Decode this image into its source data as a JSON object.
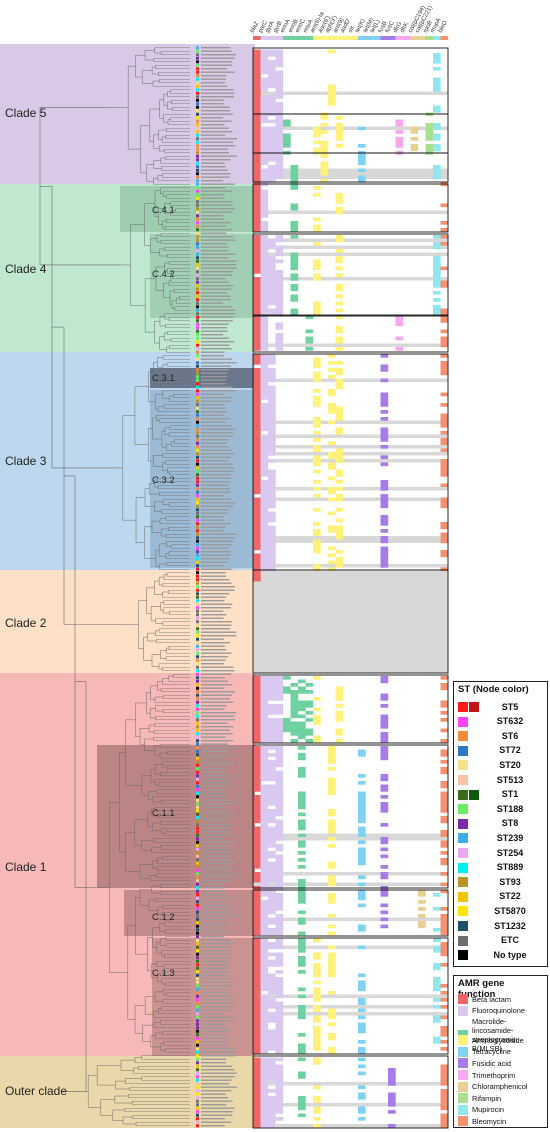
{
  "clades": [
    {
      "key": "c5",
      "label": "Clade 5",
      "color": "#d9c8e6"
    },
    {
      "key": "c4",
      "label": "Clade 4",
      "color": "#bfe8cf"
    },
    {
      "key": "c3",
      "label": "Clade 3",
      "color": "#bcd7ee"
    },
    {
      "key": "c2",
      "label": "Clade 2",
      "color": "#fde0c5"
    },
    {
      "key": "c1",
      "label": "Clade 1",
      "color": "#f7b8b8"
    },
    {
      "key": "outer",
      "label": "Outer clade",
      "color": "#ead8aa"
    }
  ],
  "subclades": [
    {
      "key": "c41",
      "label": "C.4.1"
    },
    {
      "key": "c42",
      "label": "C.4.2"
    },
    {
      "key": "c31",
      "label": "C.3.1"
    },
    {
      "key": "c32",
      "label": "C.3.2"
    },
    {
      "key": "c11",
      "label": "C.1.1"
    },
    {
      "key": "c12",
      "label": "C.1.2"
    },
    {
      "key": "c13",
      "label": "C.1.3"
    }
  ],
  "gene_columns": [
    "blaZ",
    "parC",
    "gyrA",
    "gyrB",
    "ermA",
    "ermB",
    "ermC",
    "msrA",
    "ant(6)-Ia",
    "aac(6')",
    "aph(3')",
    "ant(9)",
    "aadD",
    "str",
    "tet(K)",
    "tet(M)",
    "tet(L)",
    "fusB",
    "fusC",
    "dfrG",
    "dfrK",
    "cat(pC194)",
    "cat(pC221)",
    "rpoB",
    "mupA",
    "bleO"
  ],
  "st_legend": {
    "title": "ST (Node color)",
    "items": [
      {
        "label": "ST5",
        "colors": [
          "#ff1a1a",
          "#c41414"
        ]
      },
      {
        "label": "ST632",
        "colors": [
          "#ff40ff"
        ]
      },
      {
        "label": "ST6",
        "colors": [
          "#f08a3c"
        ]
      },
      {
        "label": "ST72",
        "colors": [
          "#2e78c8"
        ]
      },
      {
        "label": "ST20",
        "colors": [
          "#f7e08a"
        ]
      },
      {
        "label": "ST513",
        "colors": [
          "#f7c4a8"
        ]
      },
      {
        "label": "ST1",
        "colors": [
          "#3a6e1e",
          "#0f5a0f"
        ]
      },
      {
        "label": "ST188",
        "colors": [
          "#66ee66"
        ]
      },
      {
        "label": "ST8",
        "colors": [
          "#7a2aa8"
        ]
      },
      {
        "label": "ST239",
        "colors": [
          "#3aaee8"
        ]
      },
      {
        "label": "ST254",
        "colors": [
          "#e6a8f5"
        ]
      },
      {
        "label": "ST889",
        "colors": [
          "#00f0f0"
        ]
      },
      {
        "label": "ST93",
        "colors": [
          "#b89424"
        ]
      },
      {
        "label": "ST22",
        "colors": [
          "#f2c400"
        ]
      },
      {
        "label": "ST5870",
        "colors": [
          "#ffe600"
        ]
      },
      {
        "label": "ST1232",
        "colors": [
          "#1f4e6a"
        ]
      },
      {
        "label": "ETC",
        "colors": [
          "#6e6e6e"
        ]
      },
      {
        "label": "No type",
        "colors": [
          "#000000"
        ]
      }
    ]
  },
  "amr_legend": {
    "title": "AMR gene function",
    "items": [
      {
        "label": "Beta lactam",
        "color": "#ef6666"
      },
      {
        "label": "Fluoroquinolone",
        "color": "#d9c8f0"
      },
      {
        "label": "Macrolide-lincosamide-streptogramin B(MLSB)",
        "color": "#6fd0a0"
      },
      {
        "label": "Aminoglycoside",
        "color": "#fff27a"
      },
      {
        "label": "Tetracycline",
        "color": "#7fd3f0"
      },
      {
        "label": "Fusidic acid",
        "color": "#a77be8"
      },
      {
        "label": "Trimethoprim",
        "color": "#f7a8f0"
      },
      {
        "label": "Chloramphenicol",
        "color": "#e8cf93"
      },
      {
        "label": "Rifampin",
        "color": "#a8e090"
      },
      {
        "label": "Mupirocin",
        "color": "#90e8ee"
      },
      {
        "label": "Bleomycin",
        "color": "#f59070"
      }
    ]
  },
  "colors": {
    "tree_line": "#6a6a6a",
    "heat_grey": "#d8d8d8",
    "box_line": "#111111",
    "sub_shade": "rgba(60,60,60,0.22)"
  }
}
